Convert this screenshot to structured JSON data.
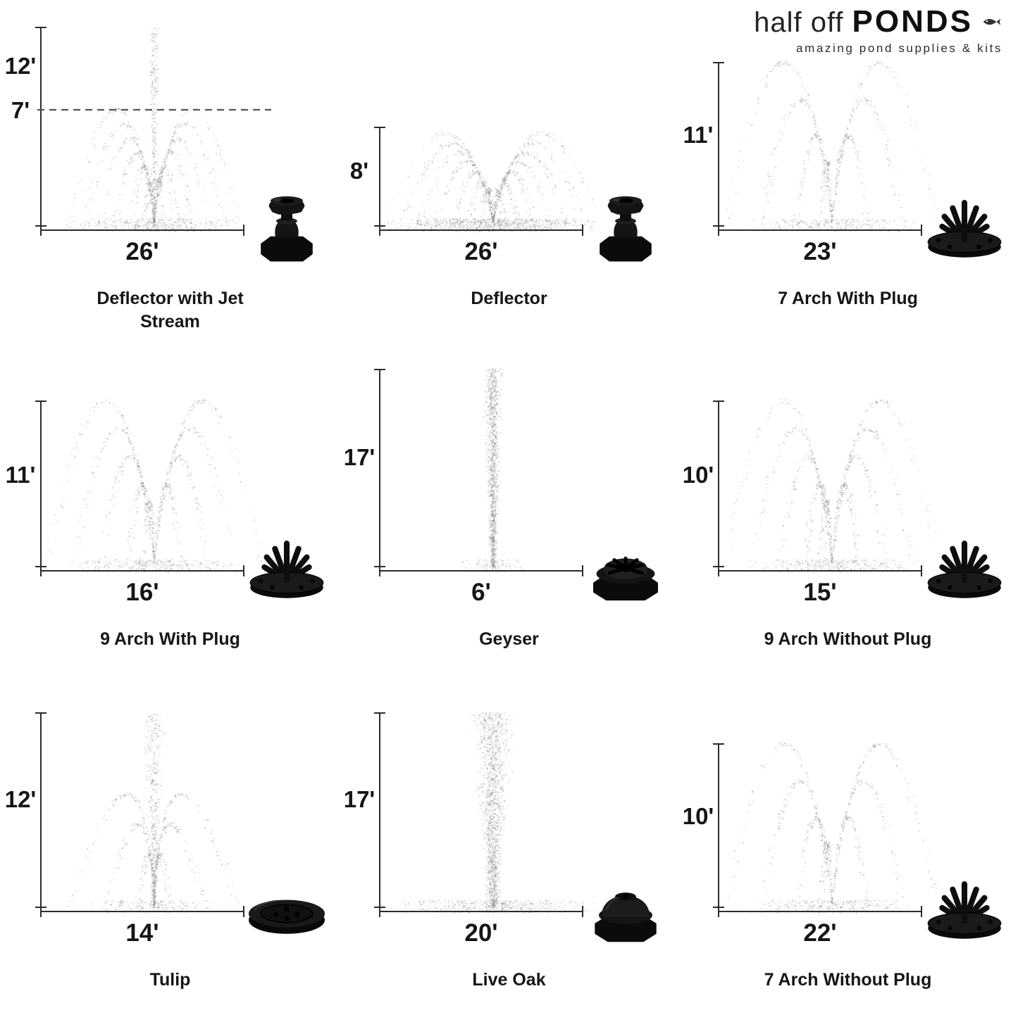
{
  "logo": {
    "brand_light": "half off",
    "brand_bold": "PONDS",
    "tagline": "amazing pond supplies & kits"
  },
  "fountains": [
    {
      "name": "Deflector with Jet Stream",
      "height": "12'",
      "height_secondary": "7'",
      "width": "26'",
      "pattern": "deflector_jet",
      "nozzle": "deflector"
    },
    {
      "name": "Deflector",
      "height": "8'",
      "width": "26'",
      "pattern": "deflector",
      "nozzle": "deflector"
    },
    {
      "name": "7 Arch With Plug",
      "height": "11'",
      "width": "23'",
      "pattern": "arch7",
      "nozzle": "cluster"
    },
    {
      "name": "9 Arch With Plug",
      "height": "11'",
      "width": "16'",
      "pattern": "arch9",
      "nozzle": "cluster"
    },
    {
      "name": "Geyser",
      "height": "17'",
      "width": "6'",
      "pattern": "geyser",
      "nozzle": "geyser"
    },
    {
      "name": "9 Arch Without Plug",
      "height": "10'",
      "width": "15'",
      "pattern": "arch9",
      "nozzle": "cluster"
    },
    {
      "name": "Tulip",
      "height": "12'",
      "width": "14'",
      "pattern": "tulip",
      "nozzle": "tulip"
    },
    {
      "name": "Live Oak",
      "height": "17'",
      "width": "20'",
      "pattern": "live_oak",
      "nozzle": "dome"
    },
    {
      "name": "7 Arch Without Plug",
      "height": "10'",
      "width": "22'",
      "pattern": "arch7",
      "nozzle": "cluster"
    }
  ]
}
